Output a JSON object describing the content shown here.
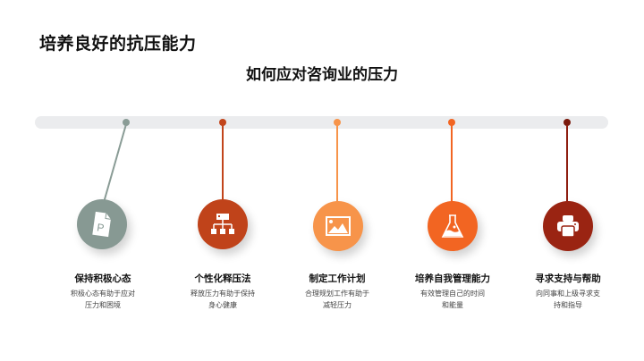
{
  "slide": {
    "title": "培养良好的抗压能力",
    "subtitle": "如何应对咨询业的压力"
  },
  "timeline": {
    "bar_color": "#ebecee",
    "items": [
      {
        "title": "保持积极心态",
        "desc_line1": "积极心态有助于应对",
        "desc_line2": "压力和困境",
        "icon": "document-p-icon",
        "color": "#8a9c96"
      },
      {
        "title": "个性化释压法",
        "desc_line1": "释放压力有助于保持",
        "desc_line2": "身心健康",
        "icon": "org-chart-icon",
        "color": "#c2451b"
      },
      {
        "title": "制定工作计划",
        "desc_line1": "合理规划工作有助于",
        "desc_line2": "减轻压力",
        "icon": "image-icon",
        "color": "#f7944a"
      },
      {
        "title": "培养自我管理能力",
        "desc_line1": "有效管理自己的时间",
        "desc_line2": "和能量",
        "icon": "flask-icon",
        "color": "#f26522"
      },
      {
        "title": "寻求支持与帮助",
        "desc_line1": "向同事和上级寻求支",
        "desc_line2": "持和指导",
        "icon": "printer-icon",
        "color": "#8e1e10"
      }
    ]
  }
}
